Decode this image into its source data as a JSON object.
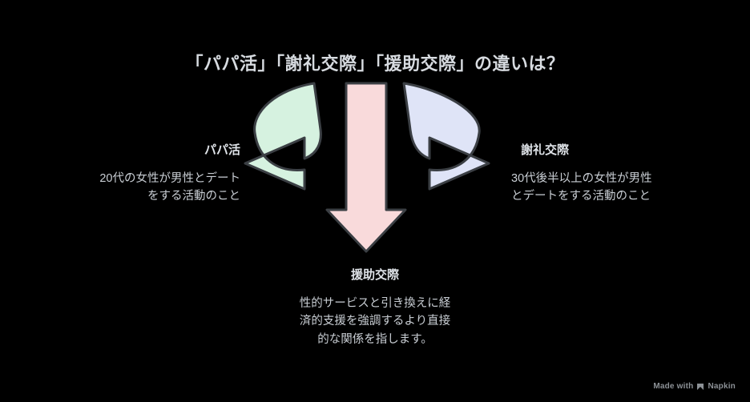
{
  "title": "「パパ活」「謝礼交際」「援助交際」の違いは？",
  "nodes": [
    {
      "id": "left",
      "label": "パパ活",
      "description": "20代の女性が男性とデート\nをする活動のこと",
      "arrow_color": "#d6f2e0",
      "direction": "left"
    },
    {
      "id": "right",
      "label": "謝礼交際",
      "description": "30代後半以上の女性が男性\nとデートをする活動のこと",
      "arrow_color": "#dfe4f7",
      "direction": "right"
    },
    {
      "id": "bottom",
      "label": "援助交際",
      "description": "性的サービスと引き換えに経\n済的支援を強調するより直接\n的な関係を指します。",
      "arrow_color": "#f9dadb",
      "direction": "down"
    }
  ],
  "watermark": {
    "text": "Made with",
    "brand": "Napkin"
  },
  "colors": {
    "background": "#000000",
    "title_text": "#d7dbe0",
    "body_text": "#c9ced4",
    "stroke": "#3b3f44",
    "green_arrow": "#d6f2e0",
    "blue_arrow": "#dfe4f7",
    "pink_arrow": "#f9dadb"
  }
}
